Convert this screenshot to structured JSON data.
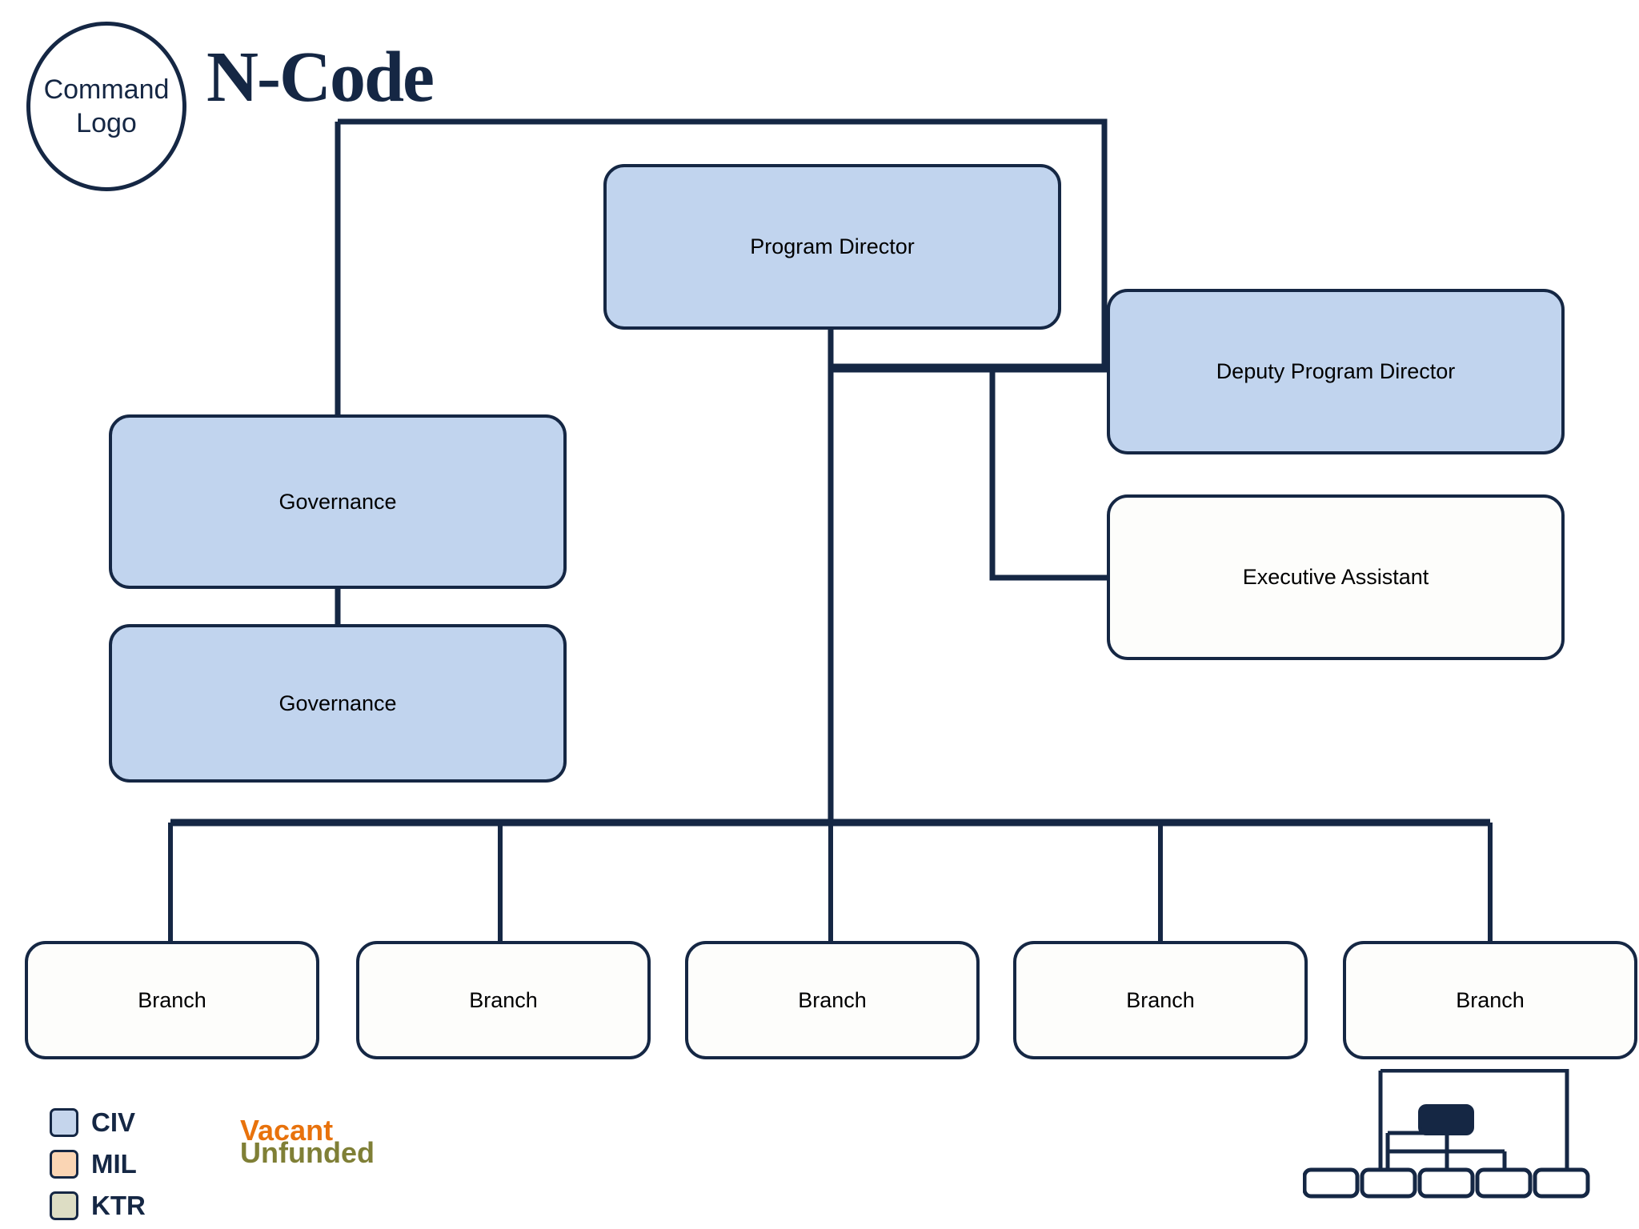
{
  "header": {
    "logo_line1": "Command",
    "logo_line2": "Logo",
    "title": "N-Code"
  },
  "nodes": {
    "program_director": {
      "label": "Program Director",
      "fill": "CIV"
    },
    "deputy_program_director": {
      "label": "Deputy Program Director",
      "fill": "CIV"
    },
    "executive_assistant": {
      "label": "Executive Assistant",
      "fill": "BLANK"
    },
    "governance_1": {
      "label": "Governance",
      "fill": "CIV"
    },
    "governance_2": {
      "label": "Governance",
      "fill": "CIV"
    }
  },
  "branches": [
    {
      "label": "Branch",
      "fill": "BLANK"
    },
    {
      "label": "Branch",
      "fill": "BLANK"
    },
    {
      "label": "Branch",
      "fill": "BLANK"
    },
    {
      "label": "Branch",
      "fill": "BLANK"
    },
    {
      "label": "Branch",
      "fill": "BLANK"
    }
  ],
  "legend": {
    "items": [
      {
        "label": "CIV",
        "color": "#c5d5ec"
      },
      {
        "label": "MIL",
        "color": "#fad5b4"
      },
      {
        "label": "KTR",
        "color": "#ddddc4"
      }
    ],
    "status": [
      {
        "label": "Vacant",
        "color": "#e8720c"
      },
      {
        "label": "Unfunded",
        "color": "#7f7f36"
      }
    ]
  },
  "colors": {
    "line": "#152744",
    "civ_fill": "#c1d4ee",
    "blank_fill": "#fdfdfb",
    "background": "#ffffff",
    "text": "#000000"
  }
}
